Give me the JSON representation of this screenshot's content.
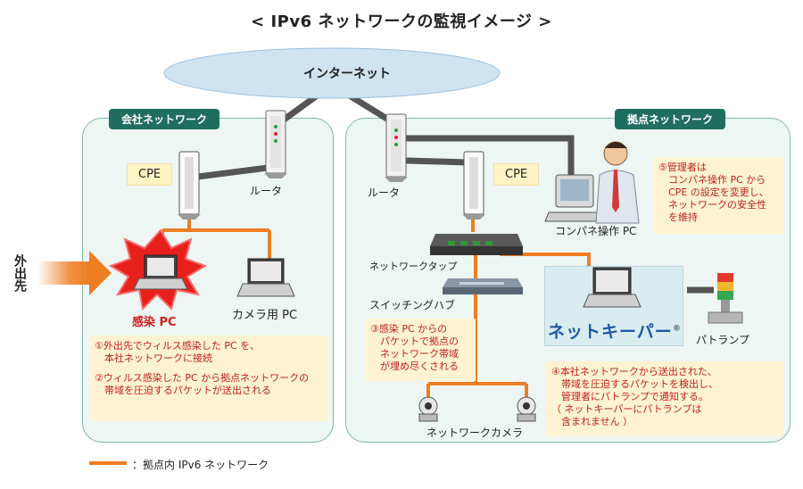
{
  "title": "< IPv6 ネットワークの監視イメージ >",
  "cloud": {
    "label": "インターネット"
  },
  "company": {
    "label": "会社ネットワーク",
    "cpe": "CPE",
    "router": "ルータ",
    "infected_pc": "感染 PC",
    "camera_pc": "カメラ用 PC",
    "notes": [
      "①外出先でウィルス感染した PC を、",
      "　本社ネットワークに接続",
      "②ウィルス感染した PC から拠点ネットワークの",
      "　帯域を圧迫するパケットが送出される"
    ]
  },
  "outside": {
    "label": "外出先"
  },
  "branch": {
    "label": "拠点ネットワーク",
    "router": "ルータ",
    "cpe": "CPE",
    "control_pc": "コンパネ操作 PC",
    "tap": "ネットワークタップ",
    "switch": "スイッチングハブ",
    "keeper": "ネットキーパー",
    "keeper_mark": "®",
    "patlamp": "パトランプ",
    "camera": "ネットワークカメラ",
    "note3": [
      "③感染 PC からの",
      "　パケットで拠点の",
      "　ネットワーク帯域",
      "　が埋め尽くされる"
    ],
    "note4": [
      "④本社ネットワークから送出された、",
      "　帯域を圧迫するパケットを検出し、",
      "　管理者にパトランプで通知する。",
      "（ ネットキーパーにパトランプは",
      "　含まれません ）"
    ],
    "note5": [
      "⑤管理者は",
      "　コンパネ操作 PC から",
      "　CPE の設定を変更し、",
      "　ネットワークの安全性",
      "　を維持"
    ]
  },
  "legend": {
    "label": "：拠点内 IPv6 ネットワーク",
    "color": "#ef7d22"
  },
  "colors": {
    "accent": "#ef7d22",
    "zone_border": "#7fb7ad",
    "zone_fill": "#eef6f3",
    "zone_label": "#1f6e5f",
    "note_text": "#c01f1f",
    "note_bg": "#fdf3d2",
    "keeper_text": "#1e58a8"
  }
}
